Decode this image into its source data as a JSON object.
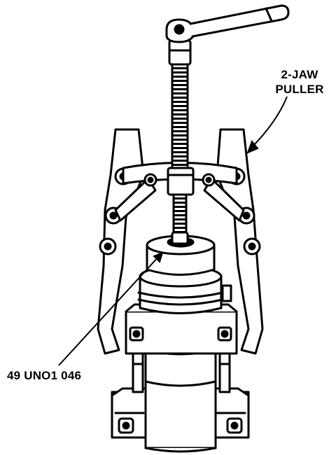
{
  "labels": {
    "puller_line1": "2-JAW",
    "puller_line2": "PULLER",
    "part_number": "49 UNO1 046"
  },
  "colors": {
    "ink": "#000000",
    "paper": "#ffffff"
  }
}
